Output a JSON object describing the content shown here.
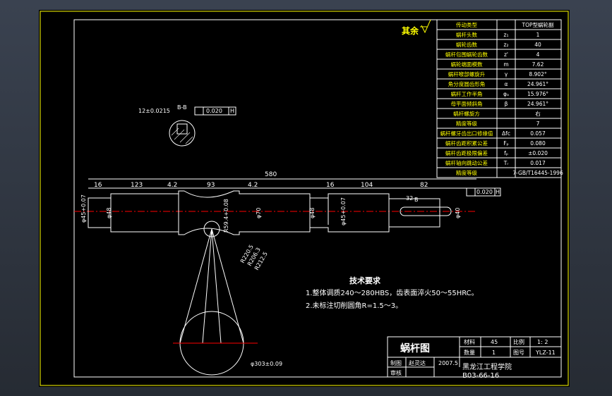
{
  "roughness_note": "其余",
  "params": [
    {
      "name": "传动类型",
      "sym": "",
      "val": "TOP型蜗轮副"
    },
    {
      "name": "蜗杆头数",
      "sym": "z₁",
      "val": "1"
    },
    {
      "name": "蜗轮齿数",
      "sym": "z₂",
      "val": "40"
    },
    {
      "name": "蜗杆包围蜗轮齿数",
      "sym": "z'",
      "val": "4"
    },
    {
      "name": "蜗轮端面模数",
      "sym": "m",
      "val": "7.62"
    },
    {
      "name": "蜗杆喉部螺旋升",
      "sym": "γ",
      "val": "8.902°"
    },
    {
      "name": "角分度圆齿形角",
      "sym": "α",
      "val": "24.961°"
    },
    {
      "name": "蜗杆工作半角",
      "sym": "φₐ",
      "val": "15.976°"
    },
    {
      "name": "母平面倾斜角",
      "sym": "β",
      "val": "24.961°"
    },
    {
      "name": "蜗杆螺旋方",
      "sym": "",
      "val": "右"
    },
    {
      "name": "精度等级",
      "sym": "",
      "val": "7"
    },
    {
      "name": "蜗杆螺牙齿出口修缘值",
      "sym": "Δfc",
      "val": "0.057"
    },
    {
      "name": "蜗杆齿距积累公差",
      "sym": "Fₚ",
      "val": "0.080"
    },
    {
      "name": "蜗杆齿距极限偏差",
      "sym": "fₚ",
      "val": "±0.020"
    },
    {
      "name": "蜗杆轴向跳动公差",
      "sym": "Tᵣ",
      "val": "0.017"
    },
    {
      "name": "精度等级",
      "sym": "",
      "val": "7-GB/T16445-1996"
    }
  ],
  "section": {
    "label": "B-B",
    "dim": "12±0.0215",
    "tol": "0.020",
    "datum": "H"
  },
  "dims": {
    "total": "580",
    "d16a": "16",
    "d123": "123",
    "d42a": "4.2",
    "d93": "93",
    "d42b": "4.2",
    "d16b": "16",
    "d104": "104",
    "d82": "82",
    "phi48": "φ48",
    "phi45a": "φ45+0.07",
    "phi70": "φ70",
    "r59": "R59.4+0.08",
    "phi48b": "φ48",
    "phi45b": "φ45+0.07",
    "phi40": "φ40",
    "r32": "32",
    "bl": "B",
    "tol2": "0.020",
    "datum2": "H",
    "r220": "R220.5",
    "r206": "R206.3",
    "r212": "R212.5",
    "phi303": "φ303±0.09"
  },
  "notes": {
    "title": "技术要求",
    "line1": "1.整体调质240～280HBS，齿表面淬火50～55HRC。",
    "line2": "2.未标注切削圆角R=1.5～3。"
  },
  "titleblock": {
    "drawing_title": "蜗杆图",
    "mat_label": "材料",
    "mat": "45",
    "scale_label": "比例",
    "scale": "1: 2",
    "qty_label": "数量",
    "qty": "1",
    "dwg_label": "图号",
    "dwg": "YLZ-11",
    "drawn_label": "制图",
    "drawn_by": "赵灵达",
    "date": "2007.5",
    "check_label": "审核",
    "school": "黑龙江工程学院",
    "code": "B03-66-16"
  }
}
